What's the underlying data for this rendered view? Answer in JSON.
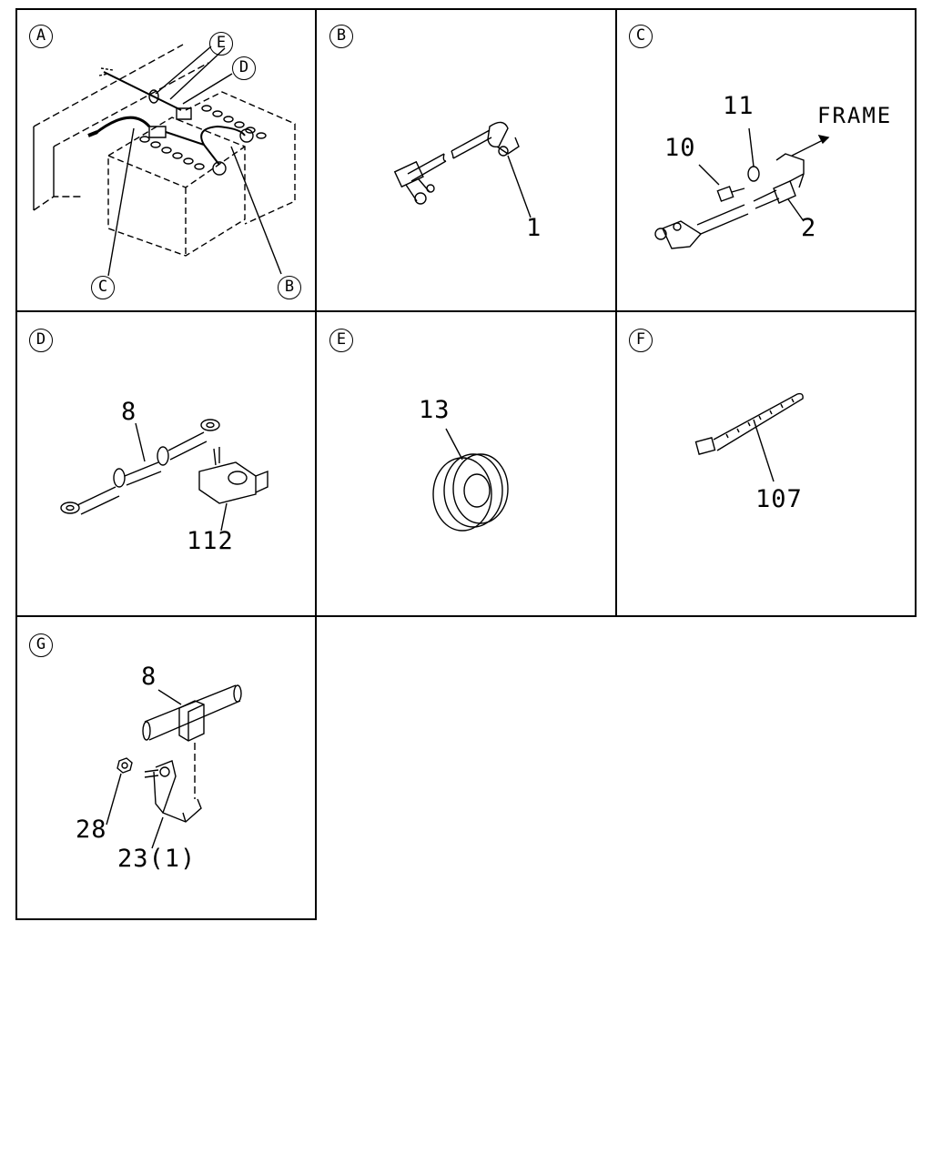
{
  "panels": [
    {
      "id": "A",
      "callouts": [
        "E",
        "D",
        "C",
        "B"
      ]
    },
    {
      "id": "B",
      "parts": [
        "1"
      ]
    },
    {
      "id": "C",
      "parts": [
        "10",
        "11",
        "2"
      ],
      "note": "FRAME"
    },
    {
      "id": "D",
      "parts": [
        "8",
        "112"
      ]
    },
    {
      "id": "E",
      "parts": [
        "13"
      ]
    },
    {
      "id": "F",
      "parts": [
        "107"
      ]
    },
    {
      "id": "G",
      "parts": [
        "8",
        "28",
        "23(1)"
      ]
    }
  ]
}
